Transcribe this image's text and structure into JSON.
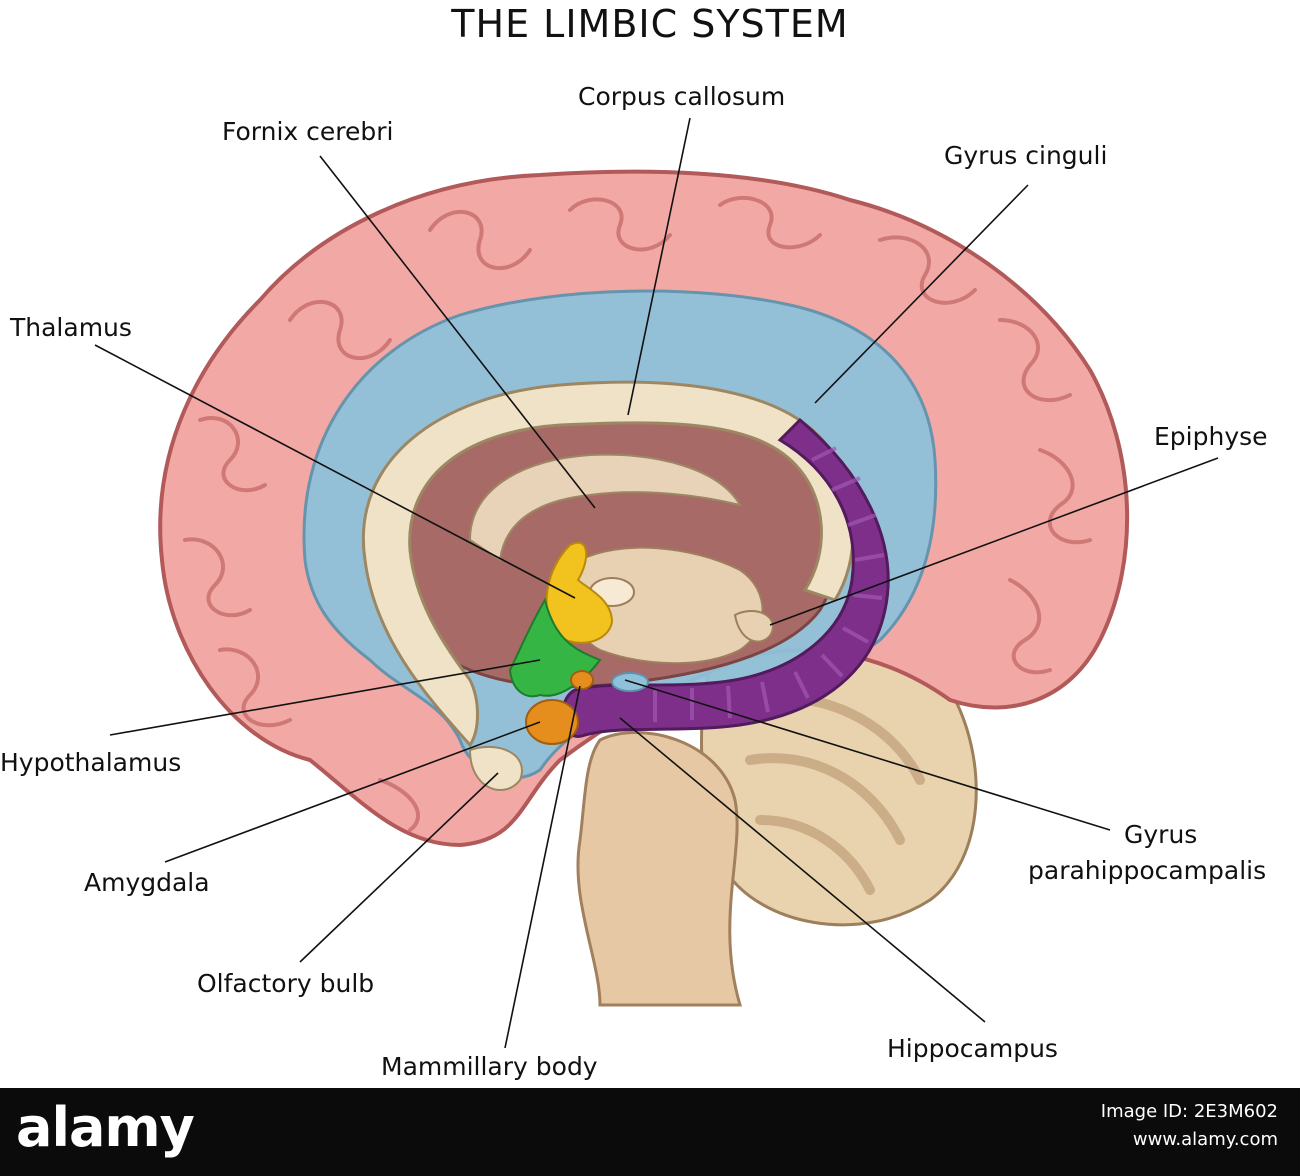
{
  "title": "THE LIMBIC SYSTEM",
  "labels": {
    "corpus_callosum": "Corpus callosum",
    "fornix_cerebri": "Fornix cerebri",
    "gyrus_cinguli": "Gyrus cinguli",
    "thalamus": "Thalamus",
    "epiphyse": "Epiphyse",
    "hypothalamus": "Hypothalamus",
    "gyrus_parahippocampalis_1": "Gyrus",
    "gyrus_parahippocampalis_2": "parahippocampalis",
    "amygdala": "Amygdala",
    "olfactory_bulb": "Olfactory bulb",
    "hippocampus": "Hippocampus",
    "mammillary_body": "Mammillary body"
  },
  "footer": {
    "logo": "alamy",
    "image_id_label": "Image ID: 2E3M602",
    "site": "www.alamy.com"
  },
  "colors": {
    "cortex": "#f2a9a5",
    "cortex_outline": "#b2595a",
    "cingulate": "#8fc2da",
    "callosum": "#efe2c6",
    "hippocampus": "#7d2f8a",
    "thalamus": "#f2c31e",
    "hypothalamus": "#34b544",
    "amygdala": "#e58e1e",
    "brainstem": "#e6c9a4",
    "interior": "#a76a66",
    "footer_bg": "#0b0b0b"
  }
}
